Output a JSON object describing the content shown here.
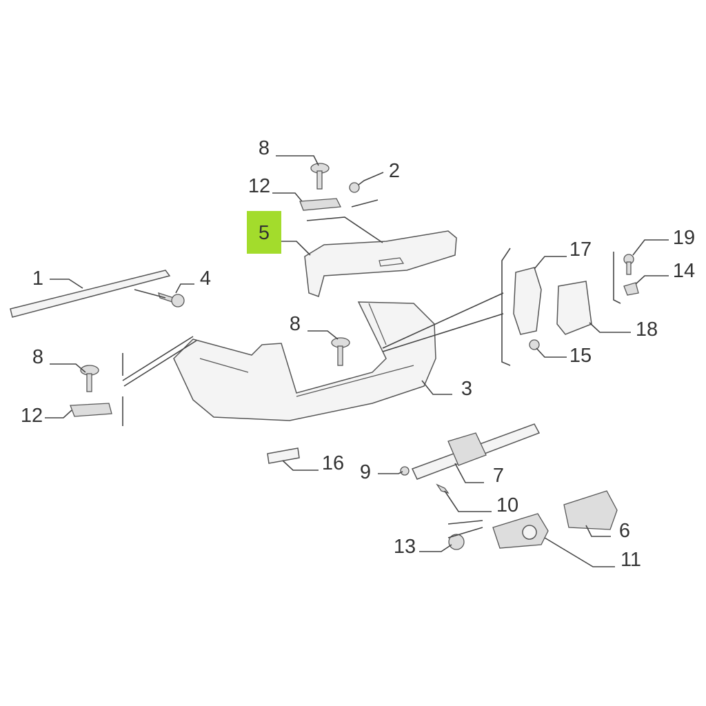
{
  "diagram": {
    "title": "Rear bumper exploded parts diagram",
    "highlight_color": "#a3dc2c",
    "highlighted_part": "5",
    "callouts": {
      "c8a": "8",
      "c2": "2",
      "c12a": "12",
      "c5": "5",
      "c17": "17",
      "c19": "19",
      "c1": "1",
      "c4": "4",
      "c14": "14",
      "c8b": "8",
      "c18": "18",
      "c8c": "8",
      "c15": "15",
      "c3": "3",
      "c12b": "12",
      "c16": "16",
      "c9": "9",
      "c7": "7",
      "c10": "10",
      "c6": "6",
      "c13": "13",
      "c11": "11"
    }
  }
}
